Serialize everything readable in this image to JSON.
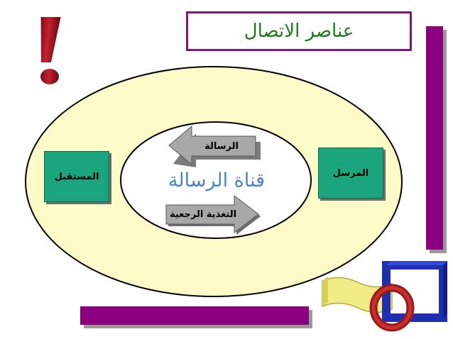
{
  "title": "عناصر الاتصال",
  "diagram": {
    "sender": "المرسل",
    "receiver": "المستقبل",
    "channel": "قناة الرسالة",
    "message_arrow": "الرسالة",
    "feedback_arrow": "التغذية الرجعية"
  },
  "decorations": {
    "exclamation": "exclamation-icon",
    "colors": {
      "title_border": "#7a1a7e",
      "title_text": "#1f7a1f",
      "bars": "#8a007e",
      "outer_ellipse_fill": "#fdfbc8",
      "boxes": "#1aa57e",
      "arrows": "#a8a8a8",
      "channel_text": "#4a86c5",
      "exclamation": "#b01828"
    }
  }
}
